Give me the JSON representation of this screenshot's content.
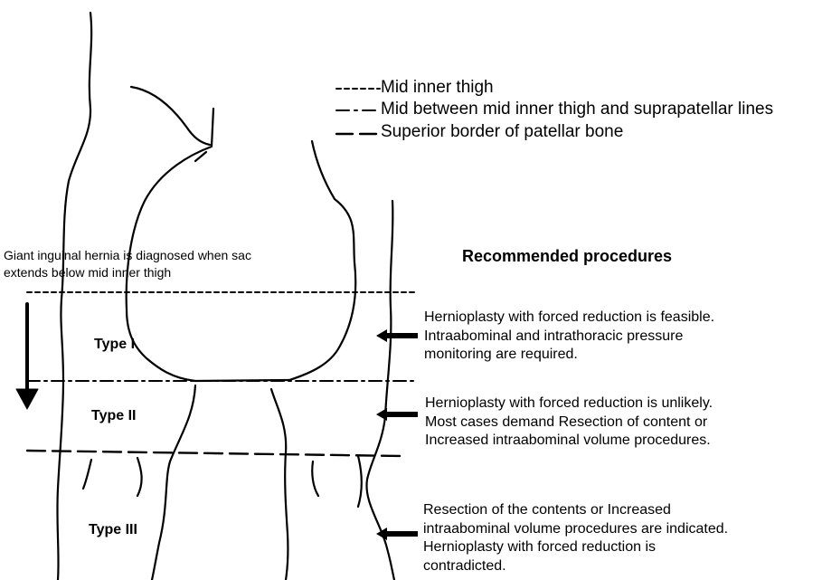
{
  "legend": [
    {
      "style": "dotted",
      "label": "Mid inner thigh"
    },
    {
      "style": "dashdot",
      "label": "Mid between mid inner thigh and suprapatellar lines"
    },
    {
      "style": "longdash",
      "label": "Superior border of patellar bone"
    }
  ],
  "caption_lines": [
    "Giant inguinal hernia is diagnosed when sac",
    "extends below mid inner thigh"
  ],
  "recommended_title": "Recommended procedures",
  "types": [
    {
      "label": "Type I",
      "procedure": [
        "Hernioplasty with forced reduction is feasible.",
        "Intraabominal and intrathoracic pressure",
        "monitoring are required."
      ]
    },
    {
      "label": "Type II",
      "procedure": [
        "Hernioplasty with forced reduction is unlikely.",
        "Most cases demand Resection of content or",
        "Increased intraabominal volume procedures."
      ]
    },
    {
      "label": "Type III",
      "procedure": [
        "Resection of the contents or Increased",
        "intraabominal volume procedures are indicated.",
        "Hernioplasty with forced reduction is",
        "contradicted."
      ]
    }
  ],
  "colors": {
    "ink": "#000000",
    "background": "#ffffff"
  }
}
